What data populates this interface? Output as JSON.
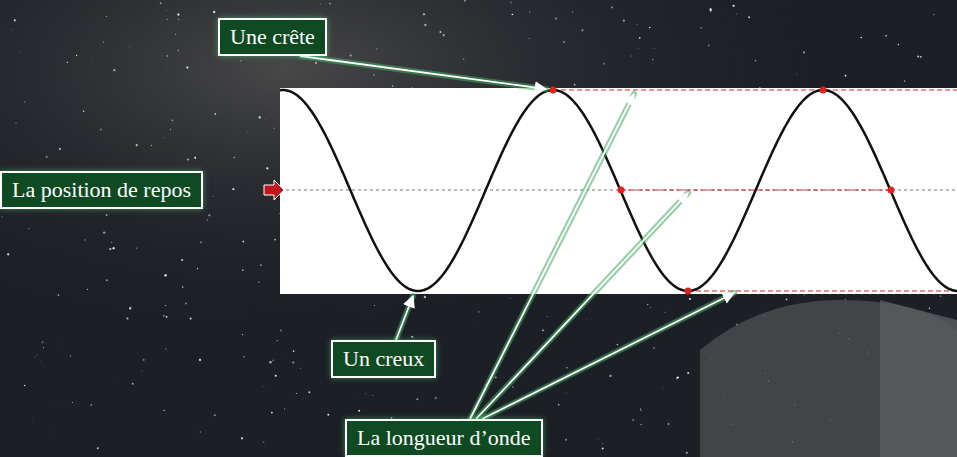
{
  "diagram": {
    "nodes": [
      {
        "text": [
          "Une crête"
        ]
      },
      {
        "text": [
          "La position de repos"
        ]
      },
      {
        "text": [
          "Un creux"
        ]
      },
      {
        "text": [
          "La longueur d’onde"
        ]
      }
    ]
  }
}
